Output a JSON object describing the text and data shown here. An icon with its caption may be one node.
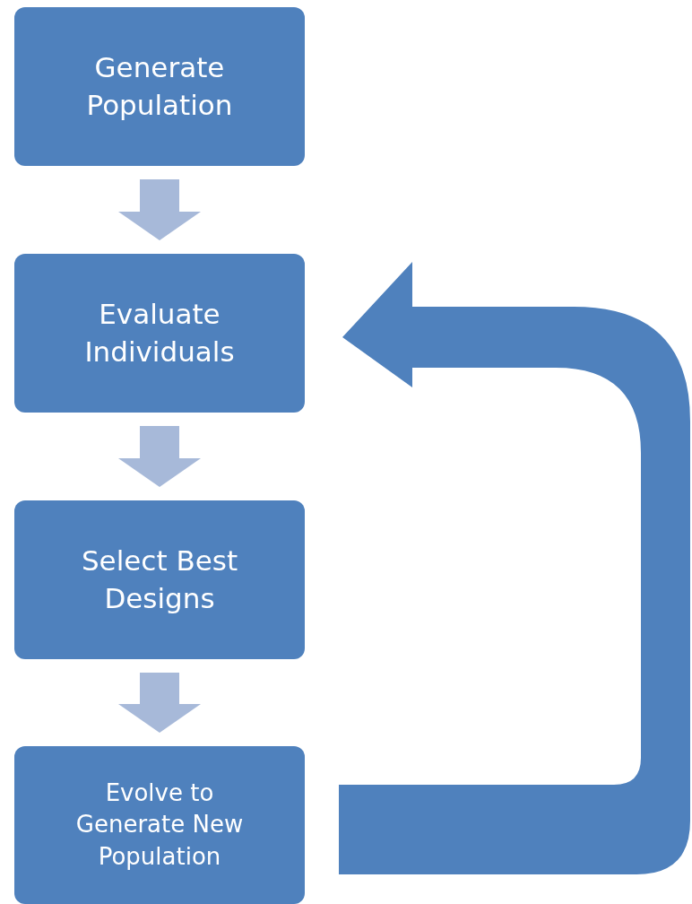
{
  "diagram": {
    "nodes": [
      {
        "text": [
          "Generate Population"
        ]
      },
      {
        "text": [
          "Evaluate Individuals"
        ]
      },
      {
        "text": [
          "Select Best Designs"
        ]
      },
      {
        "text": [
          "Evolve to Generate New Population"
        ]
      }
    ],
    "edges": [
      {
        "from": 0,
        "to": 1,
        "arrow": "to"
      },
      {
        "from": 1,
        "to": 2,
        "arrow": "to"
      },
      {
        "from": 2,
        "to": 3,
        "arrow": "to"
      },
      {
        "from": 3,
        "to": 1,
        "arrow": "to",
        "color": "#4f81bd"
      }
    ]
  }
}
